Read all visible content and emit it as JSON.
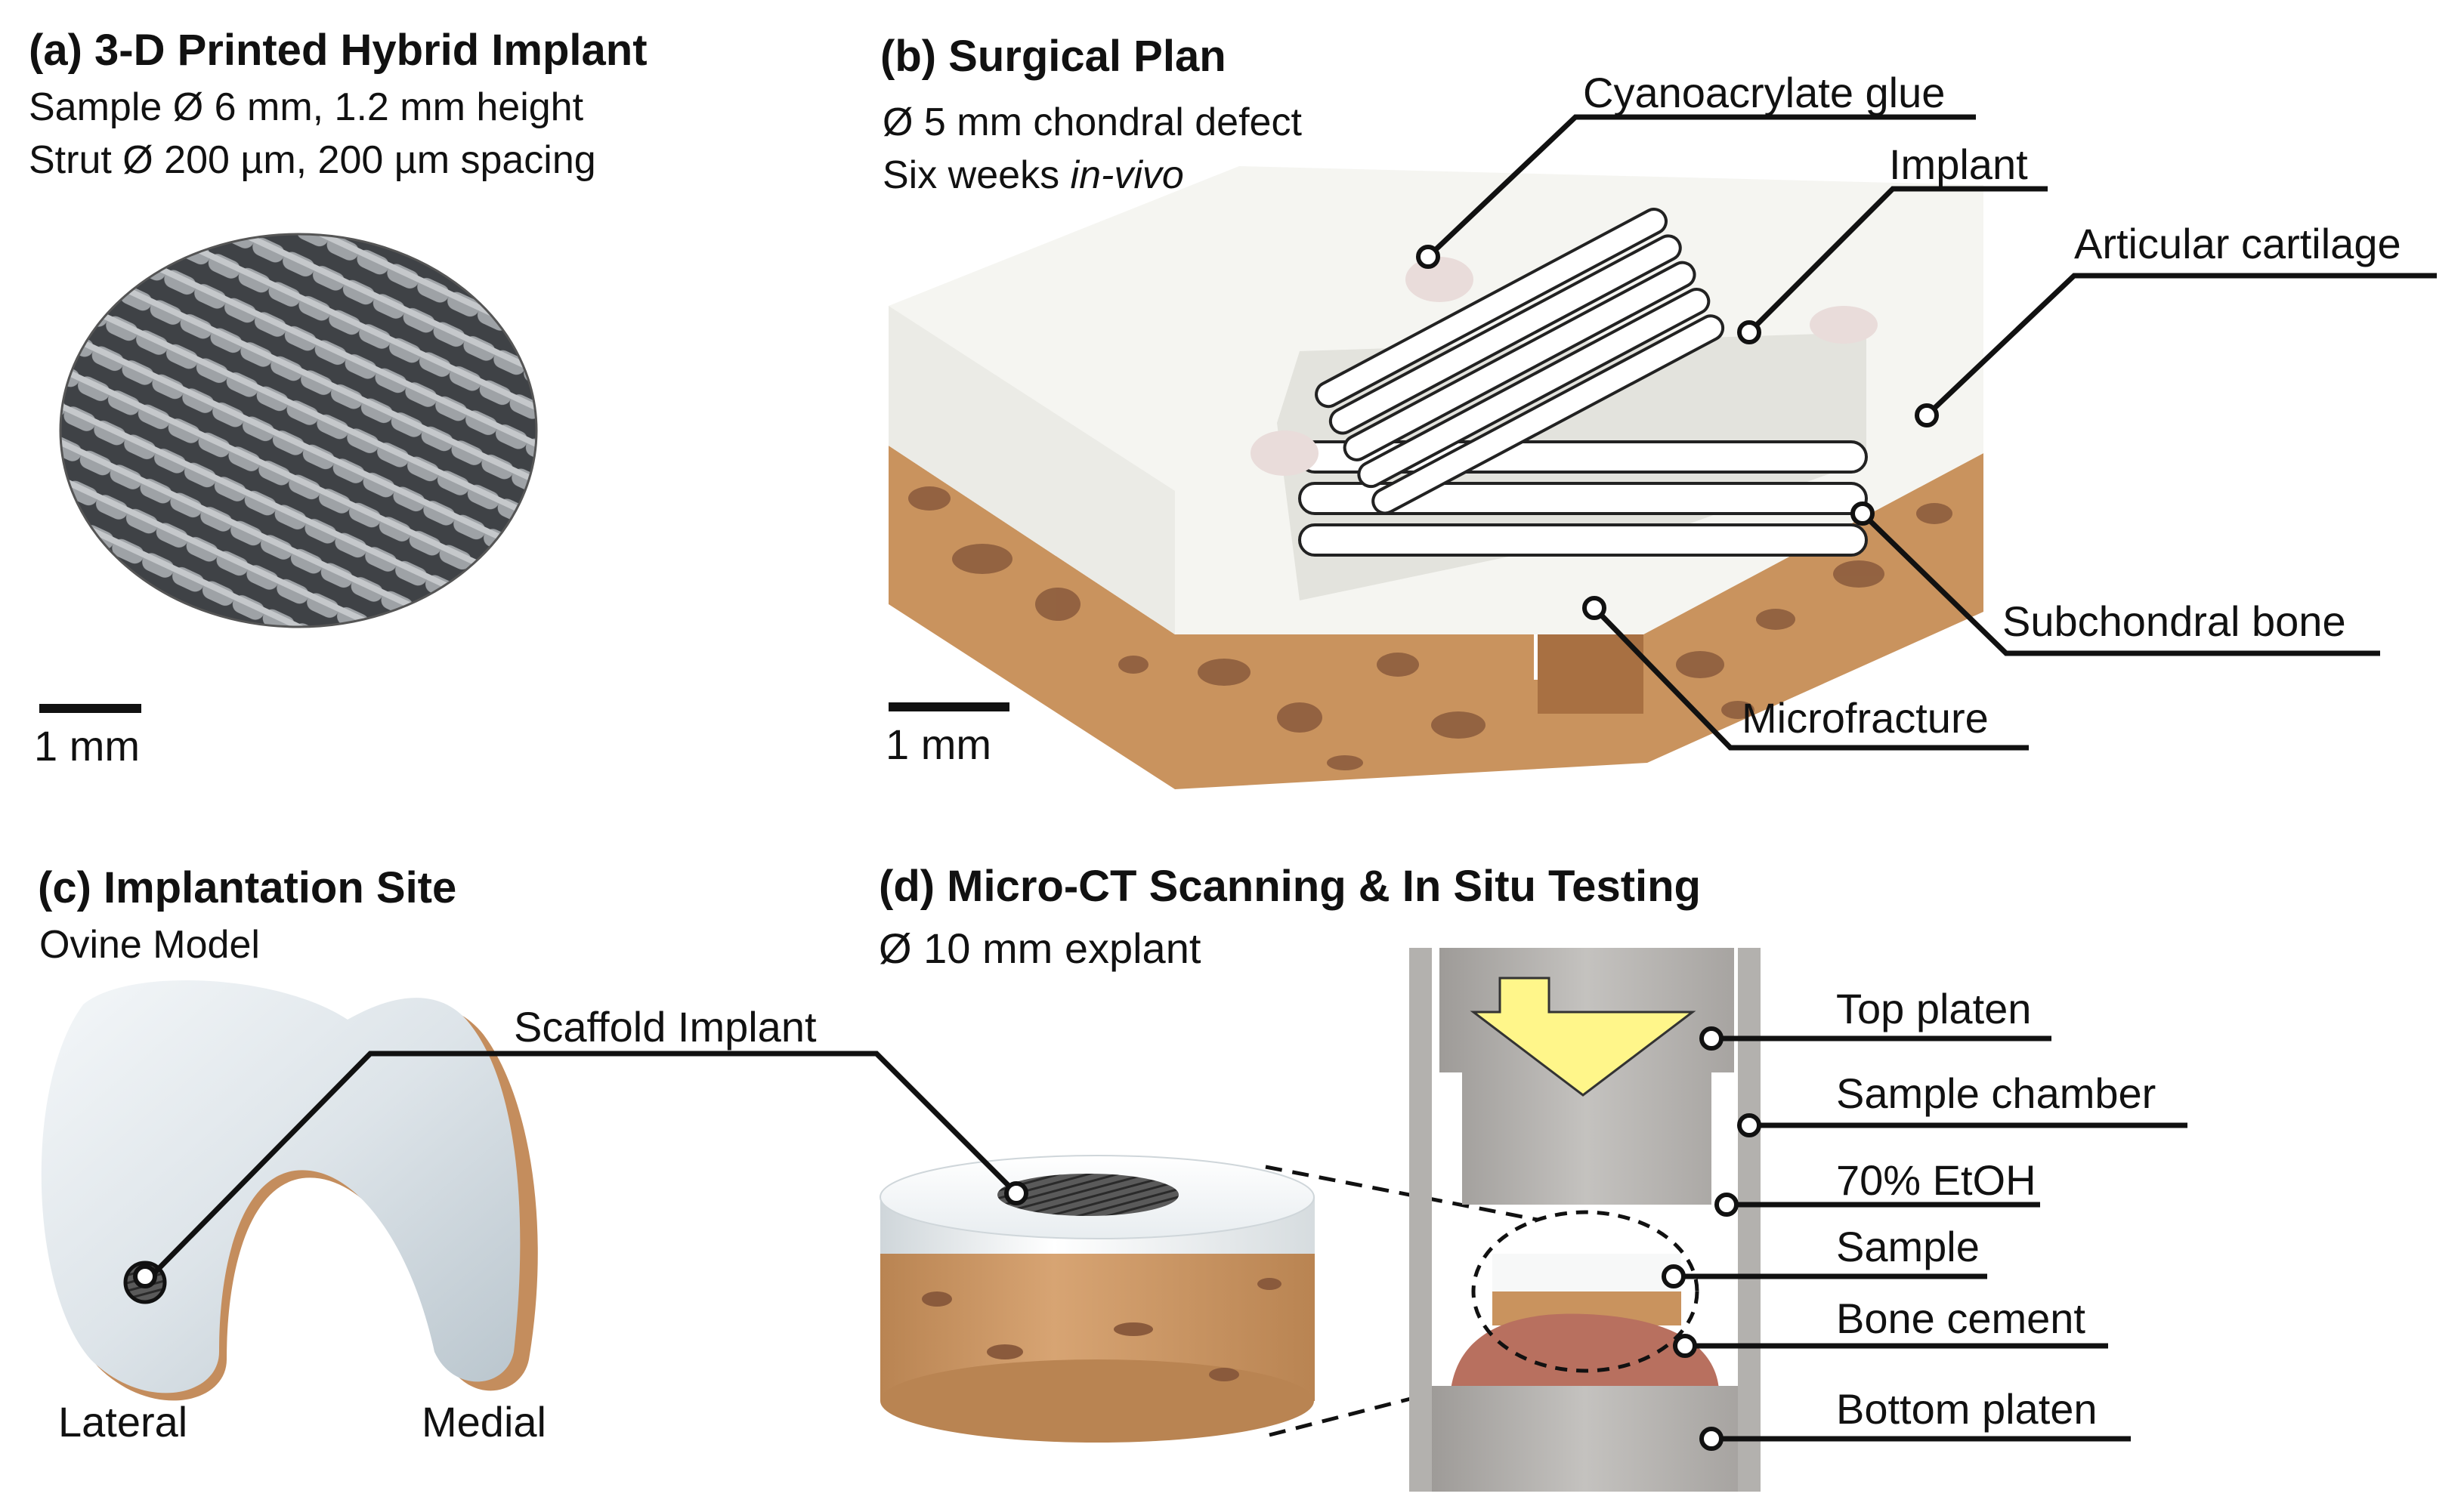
{
  "panels": {
    "a": {
      "title": "(a) 3-D Printed Hybrid Implant",
      "line1": "Sample Ø 6 mm, 1.2 mm height",
      "line2": "Strut Ø 200 µm, 200 µm spacing",
      "scale": "1 mm"
    },
    "b": {
      "title": "(b) Surgical Plan",
      "line1": "Ø 5 mm chondral defect",
      "line2_pre": "Six weeks ",
      "line2_em": "in-vivo",
      "scale": "1 mm",
      "labels": {
        "glue": "Cyanoacrylate glue",
        "implant": "Implant",
        "cartilage": "Articular cartilage",
        "bone": "Subchondral bone",
        "microfracture": "Microfracture"
      }
    },
    "c": {
      "title": "(c) Implantation Site",
      "line1": "Ovine Model",
      "scaffold": "Scaffold Implant",
      "lateral": "Lateral",
      "medial": "Medial"
    },
    "d": {
      "title": "(d) Micro-CT Scanning & In Situ Testing",
      "line1": "Ø 10 mm explant",
      "labels": {
        "top_platen": "Top platen",
        "chamber": "Sample chamber",
        "etoh": "70% EtOH",
        "sample": "Sample",
        "cement": "Bone cement",
        "bottom_platen": "Bottom platen"
      }
    }
  },
  "colors": {
    "cartilage": "#f2f2ee",
    "bone": "#c9935e",
    "bone_pore": "#8a5a3c",
    "implant_stroke": "#222222",
    "platen": "#b3b1ae",
    "arrow": "#fff68a",
    "cement": "#b8705f",
    "glue": "#e9dcda",
    "femur": "#d9e1e6"
  }
}
